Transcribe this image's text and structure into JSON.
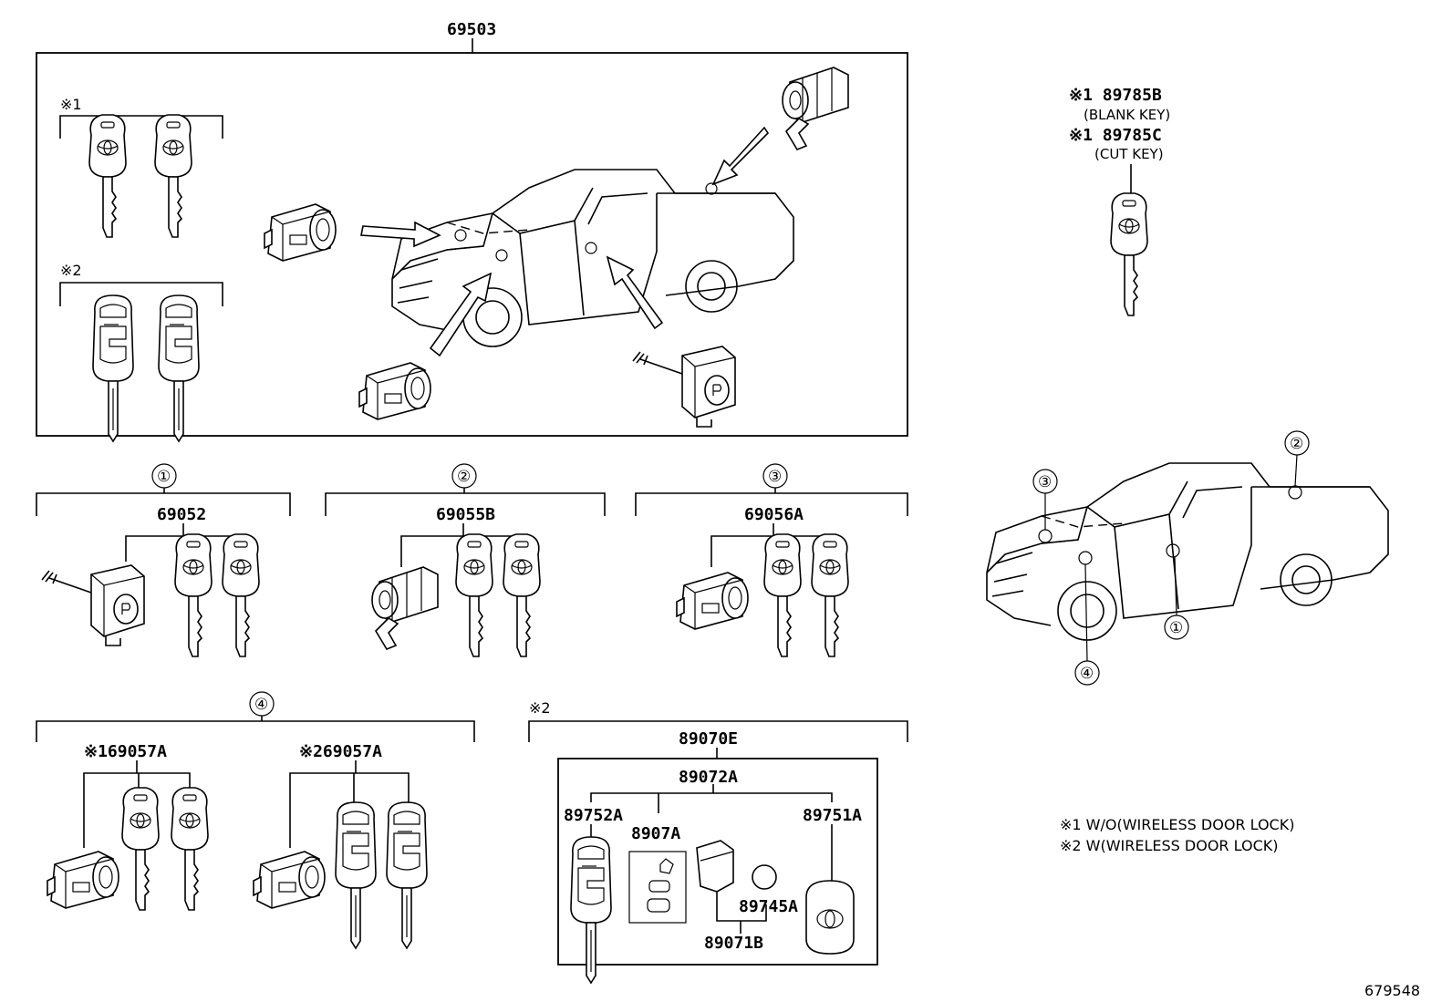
{
  "top_assembly": {
    "part_no": "69503",
    "group1_mark": "※1",
    "group2_mark": "※2"
  },
  "sections": [
    {
      "marker": "①",
      "part_no": "69052"
    },
    {
      "marker": "②",
      "part_no": "69055B"
    },
    {
      "marker": "③",
      "part_no": "69056A"
    },
    {
      "marker": "④",
      "left_label": "※169057A",
      "right_label": "※269057A"
    }
  ],
  "remote_group": {
    "mark": "※2",
    "outer_part": "89070E",
    "inner_part": "89072A",
    "parts": [
      "89752A",
      "8907A",
      "89751A",
      "89745A",
      "89071B"
    ]
  },
  "loose_keys": [
    {
      "label": "※1 89785B",
      "note": "(BLANK KEY)"
    },
    {
      "label": "※1 89785C",
      "note": "(CUT KEY)"
    }
  ],
  "locator_markers": [
    "①",
    "②",
    "③",
    "④"
  ],
  "footnotes": [
    "※1 W/O(WIRELESS DOOR LOCK)",
    "※2 W(WIRELESS DOOR LOCK)"
  ],
  "figure_id": "679548"
}
